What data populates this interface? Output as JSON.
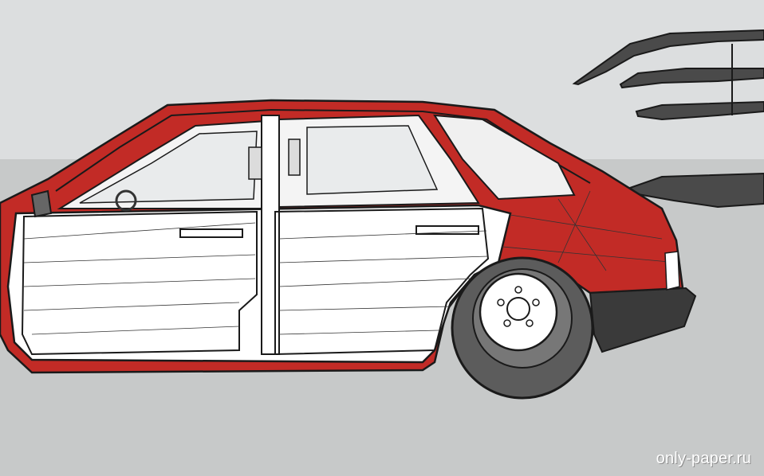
{
  "viewport": {
    "sky_color": "#dcdedf",
    "ground_color": "#c7c9c9",
    "body_red": "#c22b26",
    "panel_white": "#ffffff",
    "tire_color": "#5c5c5c",
    "bumper_color": "#3a3a3a"
  },
  "model": {
    "subject": "car-papercraft-model",
    "visible_side": "left",
    "parts_shown": [
      "body-shell",
      "front-door",
      "rear-door",
      "rear-wheel",
      "rear-bumper",
      "side-mirror",
      "floating-panels"
    ]
  },
  "watermark": {
    "text": "only-paper.ru"
  }
}
